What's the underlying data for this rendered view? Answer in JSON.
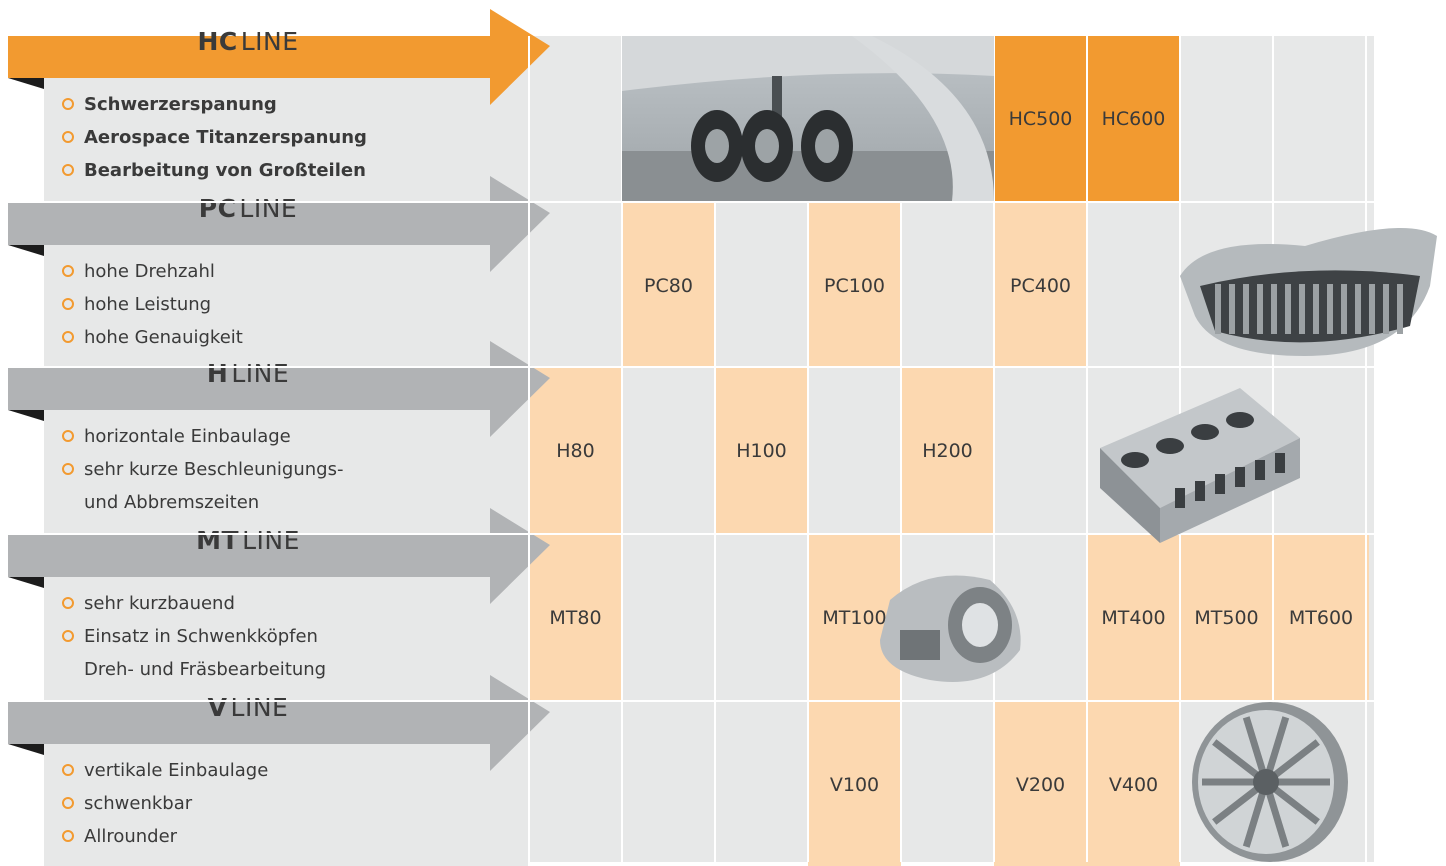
{
  "lines": [
    {
      "key": "hc",
      "bold": "HC",
      "rest": "LINE",
      "highlight": true,
      "features": [
        "Schwerzerspanung",
        "Aerospace Titanzerspanung",
        "Bearbeitung von Großteilen"
      ],
      "features_bold": true,
      "cells": [
        {
          "col": 5,
          "label": "HC500",
          "style": "dark"
        },
        {
          "col": 6,
          "label": "HC600",
          "style": "dark"
        }
      ],
      "image": "aircraft-landing-gear"
    },
    {
      "key": "pc",
      "bold": "PC",
      "rest": "LINE",
      "highlight": false,
      "features": [
        "hohe Drehzahl",
        "hohe Leistung",
        "hohe Genauigkeit"
      ],
      "features_bold": false,
      "cells": [
        {
          "col": 1,
          "label": "PC80",
          "style": "light"
        },
        {
          "col": 3,
          "label": "PC100",
          "style": "light"
        },
        {
          "col": 5,
          "label": "PC400",
          "style": "light"
        }
      ],
      "image": "car-grille"
    },
    {
      "key": "h",
      "bold": "H",
      "rest": "LINE",
      "highlight": false,
      "features": [
        "horizontale Einbaulage",
        "sehr kurze Beschleunigungs-",
        "und Abbremszeiten"
      ],
      "features_bold": false,
      "cells": [
        {
          "col": 0,
          "label": "H80",
          "style": "light"
        },
        {
          "col": 2,
          "label": "H100",
          "style": "light"
        },
        {
          "col": 4,
          "label": "H200",
          "style": "light"
        }
      ],
      "image": "cylinder-head"
    },
    {
      "key": "mt",
      "bold": "MT",
      "rest": "LINE",
      "highlight": false,
      "features": [
        "sehr kurzbauend",
        "Einsatz in Schwenkköpfen",
        "Dreh- und Fräsbearbeitung"
      ],
      "features_bold": false,
      "cells": [
        {
          "col": 0,
          "label": "MT80",
          "style": "light"
        },
        {
          "col": 3,
          "label": "MT100",
          "style": "light"
        },
        {
          "col": 6,
          "label": "MT400",
          "style": "light"
        },
        {
          "col": 7,
          "label": "MT500",
          "style": "light"
        },
        {
          "col": 8,
          "label": "MT600",
          "style": "light"
        }
      ],
      "image": "gearbox-housing"
    },
    {
      "key": "v",
      "bold": "V",
      "rest": "LINE",
      "highlight": false,
      "features": [
        "vertikale Einbaulage",
        "schwenkbar",
        "Allrounder"
      ],
      "features_bold": false,
      "cells": [
        {
          "col": 3,
          "label": "V100",
          "style": "light"
        },
        {
          "col": 5,
          "label": "V200",
          "style": "light"
        },
        {
          "col": 6,
          "label": "V400",
          "style": "light"
        }
      ],
      "image": "alloy-wheel"
    }
  ],
  "colors": {
    "orange": "#f29a30",
    "light_orange": "#fcd8b0",
    "grey_panel": "#e7e8e8",
    "arrow_grey": "#b1b3b5",
    "text": "#3a3a3a"
  }
}
